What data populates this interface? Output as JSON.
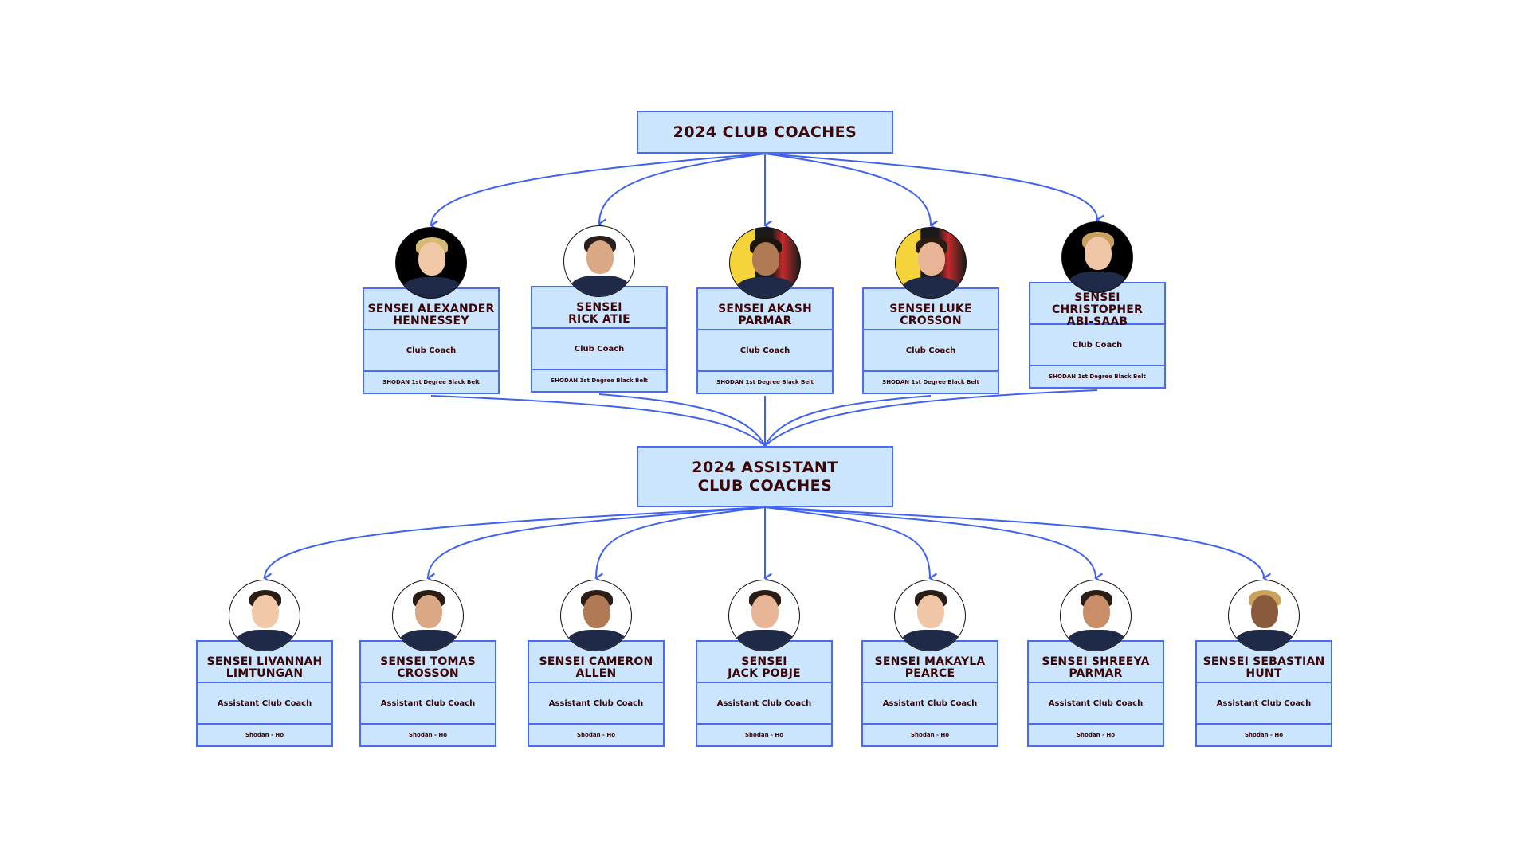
{
  "title": "2024 CLUB COACHES",
  "assistant_title": "2024 ASSISTANT CLUB COACHES",
  "colors": {
    "box_fill": "#cbe5fd",
    "box_border": "#4a6cf5",
    "text": "#3c0608",
    "connector": "#3f62f0"
  },
  "coaches": [
    {
      "name_line1": "SENSEI ALEXANDER",
      "name_line2": "HENNESSEY",
      "role": "Club Coach",
      "rank": "SHODAN 1st Degree Black Belt",
      "photo_bg": "black"
    },
    {
      "name_line1": "SENSEI",
      "name_line2": "RICK ATIE",
      "role": "Club Coach",
      "rank": "SHODAN 1st Degree Black Belt",
      "photo_bg": "white"
    },
    {
      "name_line1": "SENSEI AKASH",
      "name_line2": "PARMAR",
      "role": "Club Coach",
      "rank": "SHODAN 1st Degree Black Belt",
      "photo_bg": "yellow-red"
    },
    {
      "name_line1": "SENSEI LUKE",
      "name_line2": "CROSSON",
      "role": "Club Coach",
      "rank": "SHODAN 1st Degree Black Belt",
      "photo_bg": "yellow-red"
    },
    {
      "name_line1": "SENSEI CHRISTOPHER",
      "name_line2": "ABI-SAAB",
      "role": "Club Coach",
      "rank": "SHODAN 1st Degree Black Belt",
      "photo_bg": "black"
    }
  ],
  "assistants": [
    {
      "name_line1": "SENSEI LIVANNAH",
      "name_line2": "LIMTUNGAN",
      "role": "Assistant Club Coach",
      "rank": "Shodan - Ho"
    },
    {
      "name_line1": "SENSEI TOMAS",
      "name_line2": "CROSSON",
      "role": "Assistant Club Coach",
      "rank": "Shodan - Ho"
    },
    {
      "name_line1": "SENSEI CAMERON",
      "name_line2": "ALLEN",
      "role": "Assistant Club Coach",
      "rank": "Shodan - Ho"
    },
    {
      "name_line1": "SENSEI",
      "name_line2": "JACK POBJE",
      "role": "Assistant Club Coach",
      "rank": "Shodan - Ho"
    },
    {
      "name_line1": "SENSEI MAKAYLA",
      "name_line2": "PEARCE",
      "role": "Assistant Club Coach",
      "rank": "Shodan - Ho"
    },
    {
      "name_line1": "SENSEI SHREEYA",
      "name_line2": "PARMAR",
      "role": "Assistant Club Coach",
      "rank": "Shodan - Ho"
    },
    {
      "name_line1": "SENSEI SEBASTIAN",
      "name_line2": "HUNT",
      "role": "Assistant Club Coach",
      "rank": "Shodan - Ho"
    }
  ]
}
